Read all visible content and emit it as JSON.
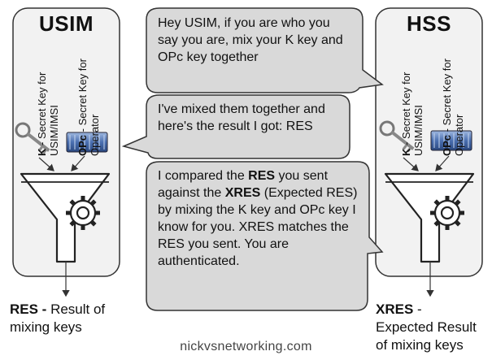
{
  "usim": {
    "title": "USIM",
    "k_key_name": "K",
    "k_key_desc": " - Secret Key for USIM/IMSI",
    "opc_key_name": "OPc",
    "opc_key_desc": " - Secret Key for Operator",
    "result_name": "RES -",
    "result_desc": " Result of mixing keys"
  },
  "hss": {
    "title": "HSS",
    "k_key_name": "K",
    "k_key_desc": " - Secret Key for USIM/IMSI",
    "opc_key_name": "OPc",
    "opc_key_desc": " - Secret Key for Operator",
    "result_name": "XRES",
    "result_desc": " - Expected Result of mixing keys"
  },
  "bubbles": {
    "b1": "Hey USIM, if you are who you say you are, mix your K key and OPc key together",
    "b2": "I've mixed them together and here's the result I got: RES",
    "b3_p1": "I compared the ",
    "b3_res": "RES",
    "b3_p2": " you sent against the ",
    "b3_xres": "XRES",
    "b3_p3": " (Expected RES) by mixing the K key and OPc key I know for you. XRES matches the RES you sent. You are authenticated."
  },
  "footer": "nickvsnetworking.com",
  "colors": {
    "bubble_fill": "#d9d9d9",
    "panel_fill": "#f2f2f2",
    "outline": "#333333",
    "chip_blue": "#4a6fb0"
  }
}
